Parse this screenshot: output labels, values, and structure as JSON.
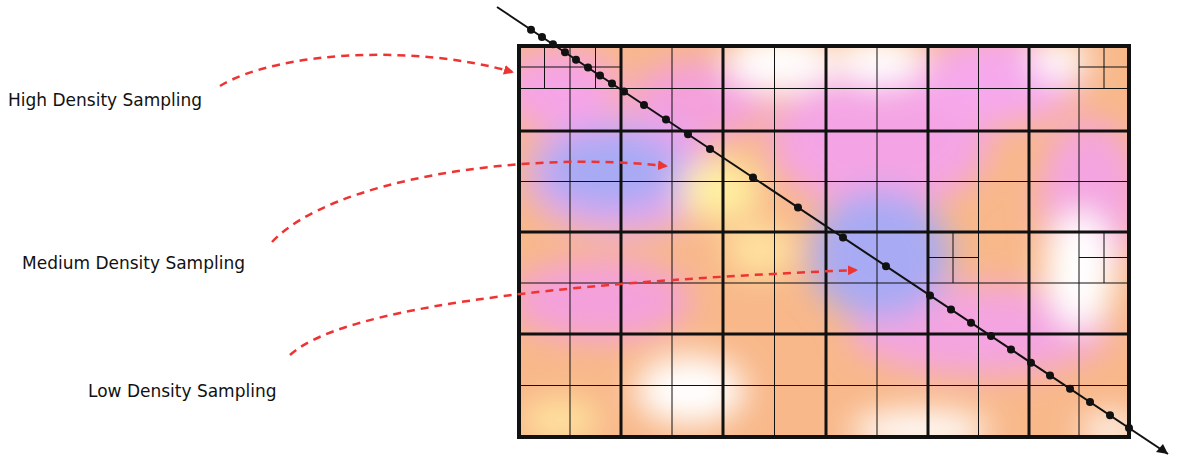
{
  "diagram": {
    "labels": [
      "High Density Sampling",
      "Medium Density Sampling",
      "Low Density Sampling"
    ]
  }
}
